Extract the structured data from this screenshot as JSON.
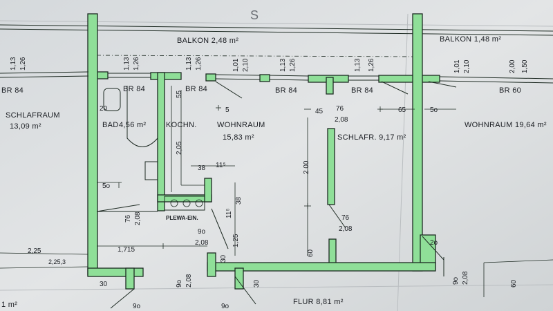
{
  "compass": "S",
  "rooms": {
    "balkon_left": "BALKON  2,48 m²",
    "balkon_right": "BALKON  1,48 m²",
    "schlafraum_left": "SCHLAFRAUM",
    "schlafraum_left_area": "13,09 m²",
    "bad": "BAD",
    "bad_area": "4,56 m²",
    "kochn": "KOCHN.",
    "wohnraum_center": "WOHNRAUM",
    "wohnraum_center_area": "15,83 m²",
    "schlafr_right": "SCHLAFR. 9,17 m²",
    "wohnraum_right": "WOHNRAUM   19,64 m²",
    "flur": "FLUR  8,81 m²",
    "plewa": "PLEWA-EIN.",
    "edge_area": "1 m²"
  },
  "window_labels": {
    "br84_a": "BR  84",
    "br84_b": "BR  84",
    "br84_c": "BR  84",
    "br84_d": "BR  84",
    "br84_e": "BR  84",
    "br60": "BR 60"
  },
  "dimensions": {
    "w1_top": "1,13",
    "w1_bot": "1,26",
    "w2_top": "1,13",
    "w2_bot": "1,26",
    "w3_top": "1,13",
    "w3_bot": "1,26",
    "w4_top": "1,01",
    "w4_bot": "2,10",
    "w5_top": "1,13",
    "w5_bot": "1,26",
    "w6_top": "1,13",
    "w6_bot": "1,26",
    "w7_top": "1,01",
    "w7_bot": "2,10",
    "w8_top": "2,00",
    "w8_bot": "1,50",
    "d55": "55",
    "d205": "2,05",
    "d5": "5",
    "d45": "45",
    "d76a_top": "76",
    "d76a_bot": "2,08",
    "d65": "65",
    "d50a": "5o",
    "d20a": "20",
    "d50b": "5o",
    "d38": "38",
    "d115": "11⁵",
    "d200": "2 00",
    "d76b_top": "76",
    "d76b_bot": "2,08",
    "d76c_top": "76",
    "d76c_bot": "2,08",
    "d38b": "38",
    "d11b": "11⁵",
    "d90a_top": "9o",
    "d90a_bot": "2,08",
    "d125": "1,25",
    "d30a": "30",
    "d60": "60",
    "d225": "2,25",
    "d2253": "2,25,3",
    "d1715": "1,715",
    "d30b": "30",
    "d90b_top": "9o",
    "d90b_bot": "2,08",
    "d30c": "30",
    "d20b": "2o",
    "d90c_top": "9o",
    "d90c_bot": "2,08",
    "d60b": "60",
    "d90d": "9o",
    "d90e": "9o"
  }
}
